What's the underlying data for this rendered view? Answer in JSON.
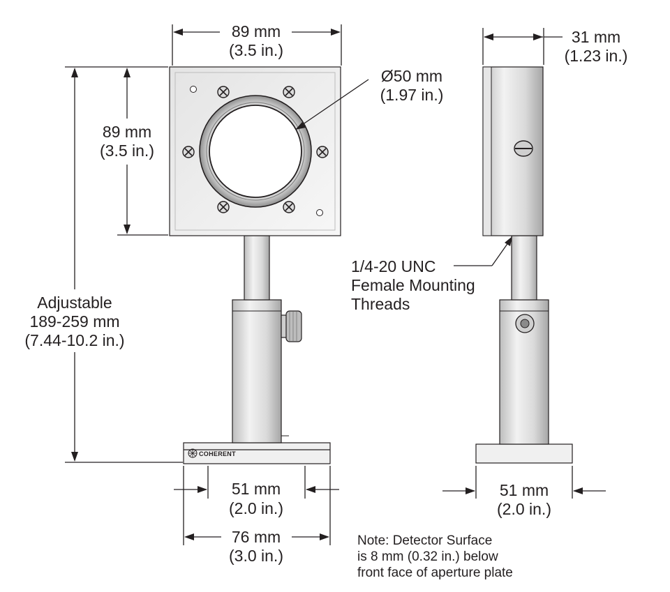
{
  "colors": {
    "ink": "#231f20",
    "metal_light": "#f4f4f4",
    "metal_mid": "#d8d8d8",
    "metal_dark": "#9a9a9a"
  },
  "dimensions": {
    "front_width_mm": "89 mm",
    "front_width_in": "(3.5 in.)",
    "front_height_mm": "89 mm",
    "front_height_in": "(3.5 in.)",
    "aperture_mm": "Ø50 mm",
    "aperture_in": "(1.97 in.)",
    "depth_mm": "31 mm",
    "depth_in": "(1.23 in.)",
    "adjustable_label": "Adjustable",
    "adjustable_mm": "189-259 mm",
    "adjustable_in": "(7.44-10.2 in.)",
    "base_inner_mm": "51 mm",
    "base_inner_in": "(2.0 in.)",
    "base_outer_mm": "76 mm",
    "base_outer_in": "(3.0 in.)",
    "side_base_mm": "51 mm",
    "side_base_in": "(2.0 in.)"
  },
  "callouts": {
    "thread_line1": "1/4-20 UNC",
    "thread_line2": "Female Mounting",
    "thread_line3": "Threads"
  },
  "note": {
    "line1": "Note: Detector Surface",
    "line2": "is 8 mm (0.32 in.) below",
    "line3": "front face of aperture plate"
  },
  "logo": {
    "brand": "COHERENT",
    "icon": "coherent-logo-icon"
  }
}
